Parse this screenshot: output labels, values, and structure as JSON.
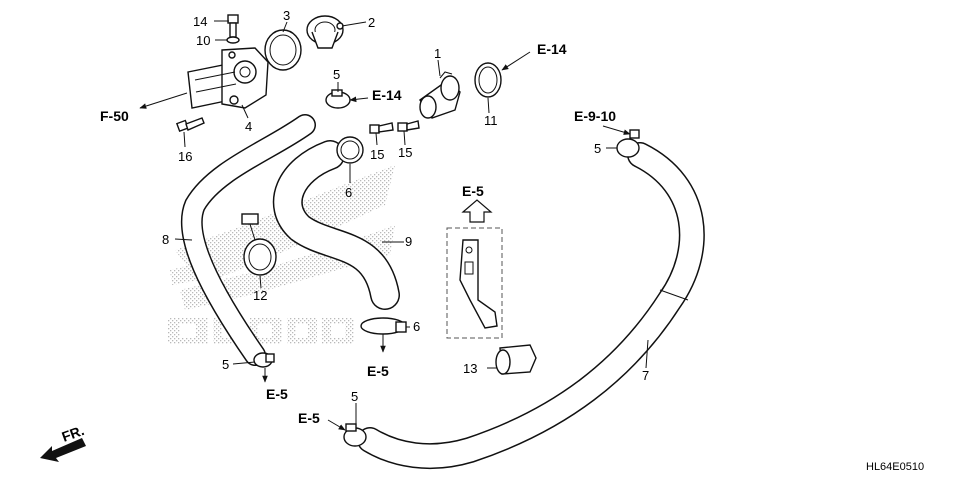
{
  "labels": {
    "p1": "1",
    "p2": "2",
    "p3": "3",
    "p4": "4",
    "p5a": "5",
    "p5b": "5",
    "p5c": "5",
    "p5d": "5",
    "p6a": "6",
    "p6b": "6",
    "p7": "7",
    "p8": "8",
    "p9": "9",
    "p10": "10",
    "p11": "11",
    "p12": "12",
    "p13": "13",
    "p14": "14",
    "p15a": "15",
    "p15b": "15",
    "p16": "16"
  },
  "refs": {
    "f50": "F-50",
    "e14a": "E-14",
    "e14b": "E-14",
    "e910": "E-9-10",
    "e5a": "E-5",
    "e5b": "E-5",
    "e5c": "E-5",
    "e5d": "E-5",
    "fr": "FR."
  },
  "diagram_code": "HL64E0510",
  "colors": {
    "ink": "#111111",
    "background": "#ffffff",
    "watermark": "#b9b9b9"
  }
}
